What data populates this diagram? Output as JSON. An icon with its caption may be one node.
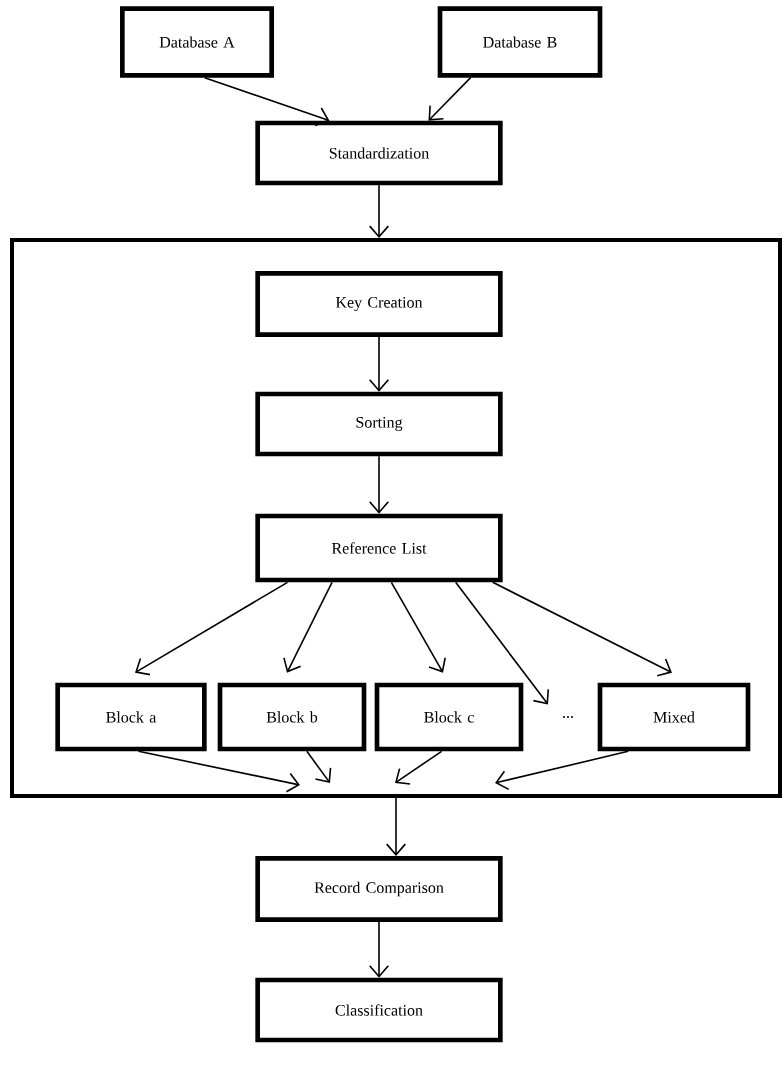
{
  "diagram": {
    "nodes": [
      {
        "text": [
          "Database A"
        ]
      },
      {
        "text": [
          "Database B"
        ]
      },
      {
        "text": [
          "Standardization"
        ]
      },
      {
        "text": [],
        "shape": "box"
      },
      {
        "text": [
          "Key Creation"
        ],
        "in": 3
      },
      {
        "text": [
          "Sorting"
        ],
        "in": 3
      },
      {
        "text": [
          "Reference List"
        ],
        "in": 3
      },
      {
        "text": [
          "Block a"
        ],
        "in": 3
      },
      {
        "text": [
          "Block b"
        ],
        "in": 3
      },
      {
        "text": [
          "Block c"
        ],
        "in": 3
      },
      {
        "text": [
          "..."
        ],
        "in": 3
      },
      {
        "text": [
          "Mixed"
        ],
        "in": 3
      },
      {
        "text": [
          "Record Comparison"
        ]
      },
      {
        "text": [
          "Classification"
        ]
      }
    ],
    "edges": [
      {
        "from": 0,
        "to": 2,
        "arrow": "to"
      },
      {
        "from": 1,
        "to": 2,
        "arrow": "to"
      },
      {
        "from": 2,
        "to": 3,
        "arrow": "to"
      },
      {
        "from": 4,
        "to": 5,
        "arrow": "to"
      },
      {
        "from": 5,
        "to": 6,
        "arrow": "to"
      },
      {
        "from": 6,
        "to": 7,
        "arrow": "to"
      },
      {
        "from": 6,
        "to": 8,
        "arrow": "to"
      },
      {
        "from": 6,
        "to": 9,
        "arrow": "to"
      },
      {
        "from": 6,
        "to": 10,
        "arrow": "to"
      },
      {
        "from": 6,
        "to": 11,
        "arrow": "to"
      },
      {
        "from": 7,
        "to": null,
        "arrow": "to"
      },
      {
        "from": 8,
        "to": null,
        "arrow": "to"
      },
      {
        "from": 9,
        "to": null,
        "arrow": "to"
      },
      {
        "from": 11,
        "to": null,
        "arrow": "to"
      },
      {
        "from": 3,
        "to": 12,
        "arrow": "to"
      },
      {
        "from": 12,
        "to": 13,
        "arrow": "to"
      }
    ]
  }
}
